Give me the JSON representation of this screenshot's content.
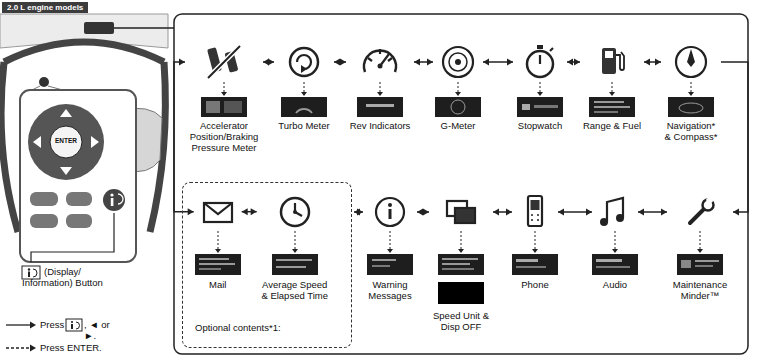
{
  "diagram": {
    "nodes": [
      {
        "text": [
          "2.0 L engine models"
        ]
      },
      {
        "text": [
          "Accelerator Position/Braking Pressure Meter"
        ]
      },
      {
        "text": [
          "Turbo Meter"
        ]
      },
      {
        "text": [
          "Rev Indicators"
        ]
      },
      {
        "text": [
          "G-Meter"
        ]
      },
      {
        "text": [
          "Stopwatch"
        ]
      },
      {
        "text": [
          "Range & Fuel"
        ]
      },
      {
        "text": [
          "Navigation* & Compass*"
        ]
      },
      {
        "text": [
          "Optional contents*1:"
        ]
      },
      {
        "text": [
          "Mail"
        ],
        "in": 8
      },
      {
        "text": [
          "Average Speed & Elapsed Time"
        ],
        "in": 8
      },
      {
        "text": [
          "Warning Messages"
        ]
      },
      {
        "text": [
          "Speed Unit & Disp OFF"
        ]
      },
      {
        "text": [
          "Phone"
        ]
      },
      {
        "text": [
          "Audio"
        ]
      },
      {
        "text": [
          "Maintenance Minder™"
        ]
      }
    ],
    "edges": [
      {
        "from": 1,
        "to": 2,
        "arrow": "both"
      },
      {
        "from": 2,
        "to": 3,
        "arrow": "both"
      },
      {
        "from": 3,
        "to": 4,
        "arrow": "both"
      },
      {
        "from": 4,
        "to": 5,
        "arrow": "both"
      },
      {
        "from": 5,
        "to": 6,
        "arrow": "both"
      },
      {
        "from": 6,
        "to": 7,
        "arrow": "both"
      },
      {
        "from": 7,
        "to": 15,
        "arrow": "to"
      },
      {
        "from": 1,
        "to": 9,
        "arrow": "both"
      },
      {
        "from": 9,
        "to": 10,
        "arrow": "both"
      },
      {
        "from": 8,
        "to": 11,
        "arrow": "both"
      },
      {
        "from": 11,
        "to": 12,
        "arrow": "both"
      },
      {
        "from": 12,
        "to": 13,
        "arrow": "both"
      },
      {
        "from": 13,
        "to": 14,
        "arrow": "both"
      },
      {
        "from": 14,
        "to": 15,
        "arrow": "both"
      }
    ],
    "labels": [
      "ENTER",
      "(Display/ Information) Button",
      ", ◄ or ►."
    ],
    "legend": [
      {
        "text": "Press"
      },
      {
        "text": "Press ENTER."
      }
    ]
  }
}
